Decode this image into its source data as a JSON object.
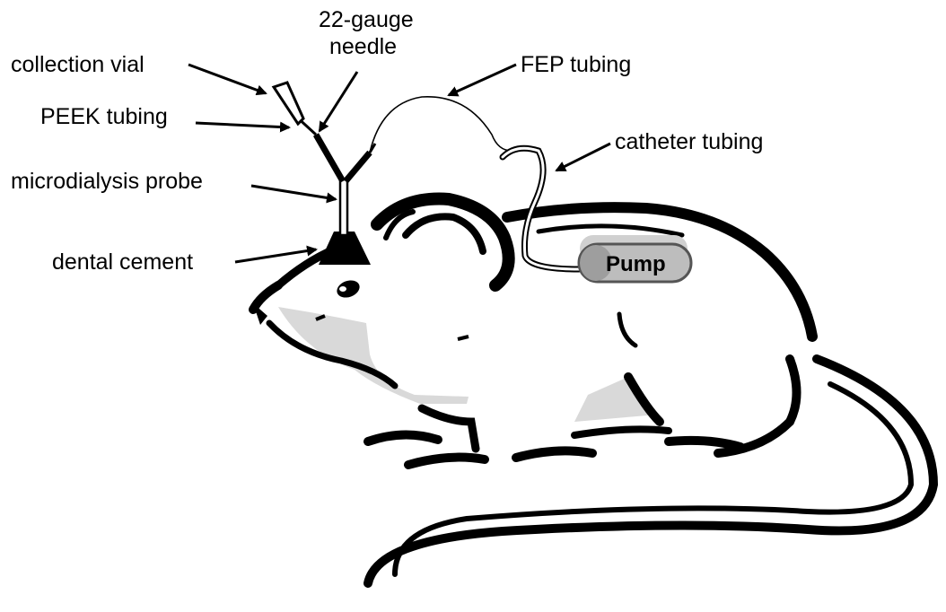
{
  "labels": {
    "gauge_line1": "22-gauge",
    "gauge_line2": "needle",
    "collection_vial": "collection vial",
    "fep_tubing": "FEP tubing",
    "peek_tubing": "PEEK tubing",
    "catheter_tubing": "catheter tubing",
    "microdialysis_probe": "microdialysis probe",
    "dental_cement": "dental cement",
    "pump": "Pump"
  },
  "colors": {
    "ink": "#000000",
    "shading": "#d9d9d9",
    "pump_body": "#bdbdbd",
    "pump_shadow": "#7a7a7a"
  }
}
